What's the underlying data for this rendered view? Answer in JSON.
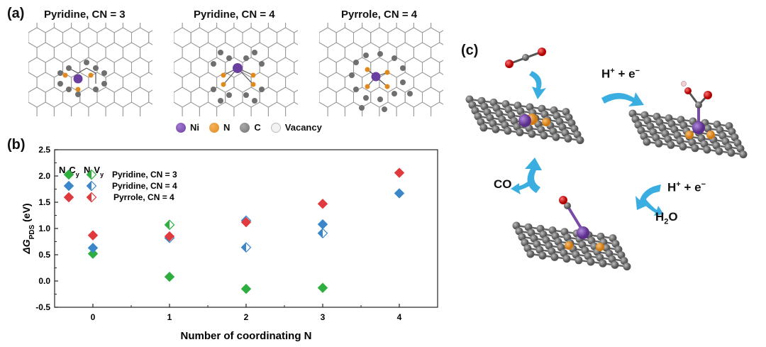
{
  "panels": {
    "a": {
      "label": "(a)",
      "structures": [
        {
          "title": "Pyridine, CN = 3"
        },
        {
          "title": "Pyridine, CN = 4"
        },
        {
          "title": "Pyrrole, CN = 4"
        }
      ],
      "legend": [
        {
          "label": "Ni",
          "color": "#6b3fa0"
        },
        {
          "label": "N",
          "color": "#e08a1e"
        },
        {
          "label": "C",
          "color": "#6f6f6f"
        },
        {
          "label": "Vacancy",
          "color": "#eeeeee"
        }
      ]
    },
    "b": {
      "label": "(b)"
    },
    "c": {
      "label": "(c)",
      "step1": {
        "proton": "H",
        "plus": "+",
        "rest": " + e",
        "minus": "−"
      },
      "step2": {
        "proton": "H",
        "plus": "+",
        "rest": " + e",
        "minus": "−"
      },
      "water": {
        "h": "H",
        "two": "2",
        "o": "O"
      },
      "co": "CO"
    }
  },
  "chart_data": {
    "type": "scatter",
    "xlabel": "Number of coordinating N",
    "ylabel_main": "ΔG",
    "ylabel_sub": "PDS",
    "ylabel_unit": " (eV)",
    "xlim": [
      -0.5,
      4.5
    ],
    "ylim": [
      -0.5,
      2.5
    ],
    "xticks": [
      0,
      1,
      2,
      3,
      4
    ],
    "yticks": [
      "-0.5",
      "0.0",
      "0.5",
      "1.0",
      "1.5",
      "2.0",
      "2.5"
    ],
    "grid": false,
    "legend_headers": {
      "filled": {
        "a": "N",
        "a_sub": "x",
        "b": "C",
        "b_sub": "y"
      },
      "half": {
        "a": "N",
        "a_sub": "x",
        "b": "V",
        "b_sub": "y"
      }
    },
    "series": [
      {
        "name": "Pyridine, CN = 3",
        "color": "#2eae3f",
        "filled": [
          [
            0,
            0.52
          ],
          [
            1,
            0.08
          ],
          [
            2,
            -0.15
          ],
          [
            3,
            -0.13
          ]
        ],
        "half": [
          [
            1,
            1.07
          ]
        ]
      },
      {
        "name": "Pyridine, CN = 4",
        "color": "#3b87c9",
        "filled": [
          [
            0,
            0.63
          ],
          [
            3,
            1.08
          ],
          [
            4,
            1.67
          ]
        ],
        "half": [
          [
            1,
            0.82
          ],
          [
            2,
            1.15
          ],
          [
            2,
            0.64
          ],
          [
            3,
            0.91
          ]
        ]
      },
      {
        "name": "Pyrrole, CN = 4",
        "color": "#e03a3e",
        "filled": [
          [
            0,
            0.87
          ],
          [
            1,
            0.85
          ],
          [
            2,
            1.12
          ],
          [
            3,
            1.47
          ],
          [
            4,
            2.06
          ]
        ],
        "half": []
      }
    ]
  }
}
